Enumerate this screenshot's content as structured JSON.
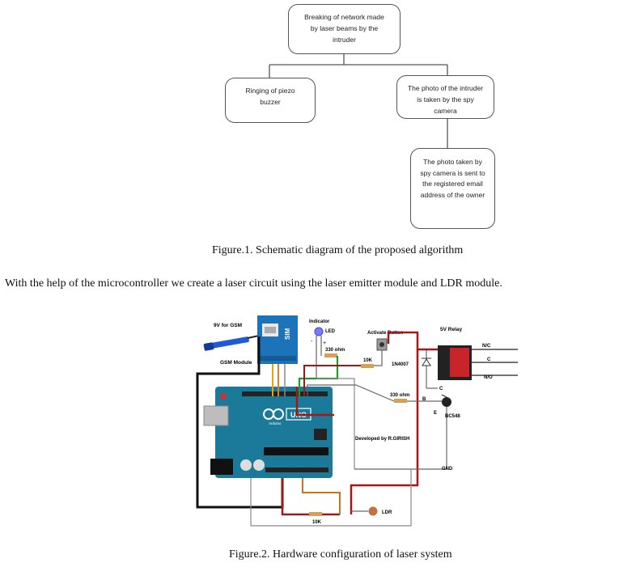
{
  "flowchart": {
    "top_box": "Breaking of network made by laser beams by the intruder",
    "left_box": "Ringing of piezo buzzer",
    "right_box": "The photo of the intruder is taken by the spy camera",
    "bottom_box": "The photo taken by spy camera is sent to the registered email address of the owner"
  },
  "figure1_caption": "Figure.1. Schematic diagram of the proposed algorithm",
  "paragraph": "With the help of the microcontroller we create a laser circuit  using the laser emitter module and LDR module.",
  "circuit": {
    "label_9v": "9V for GSM",
    "label_gsm": "GSM Module",
    "label_sim": "SIM",
    "label_indicator": "Indicator",
    "label_led": "LED",
    "label_330_led": "330 ohm",
    "label_activate": "Activate Button",
    "label_10k_top": "10K",
    "label_diode": "1N4007",
    "label_relay": "5V Relay",
    "label_nc": "N/C",
    "label_c_out": "C",
    "label_no": "N/O",
    "label_c": "C",
    "label_b": "B",
    "label_e": "E",
    "label_330_base": "330 ohm",
    "label_transistor": "BC548",
    "label_developed": "Developed by R.GIRISH",
    "label_gnd": "GND",
    "label_ldr": "LDR",
    "label_10k_bottom": "10K",
    "label_uno": "UNO",
    "label_arduino": "Arduino",
    "label_plus": "+",
    "label_minus": "-"
  },
  "figure2_caption": "Figure.2. Hardware configuration of laser system"
}
